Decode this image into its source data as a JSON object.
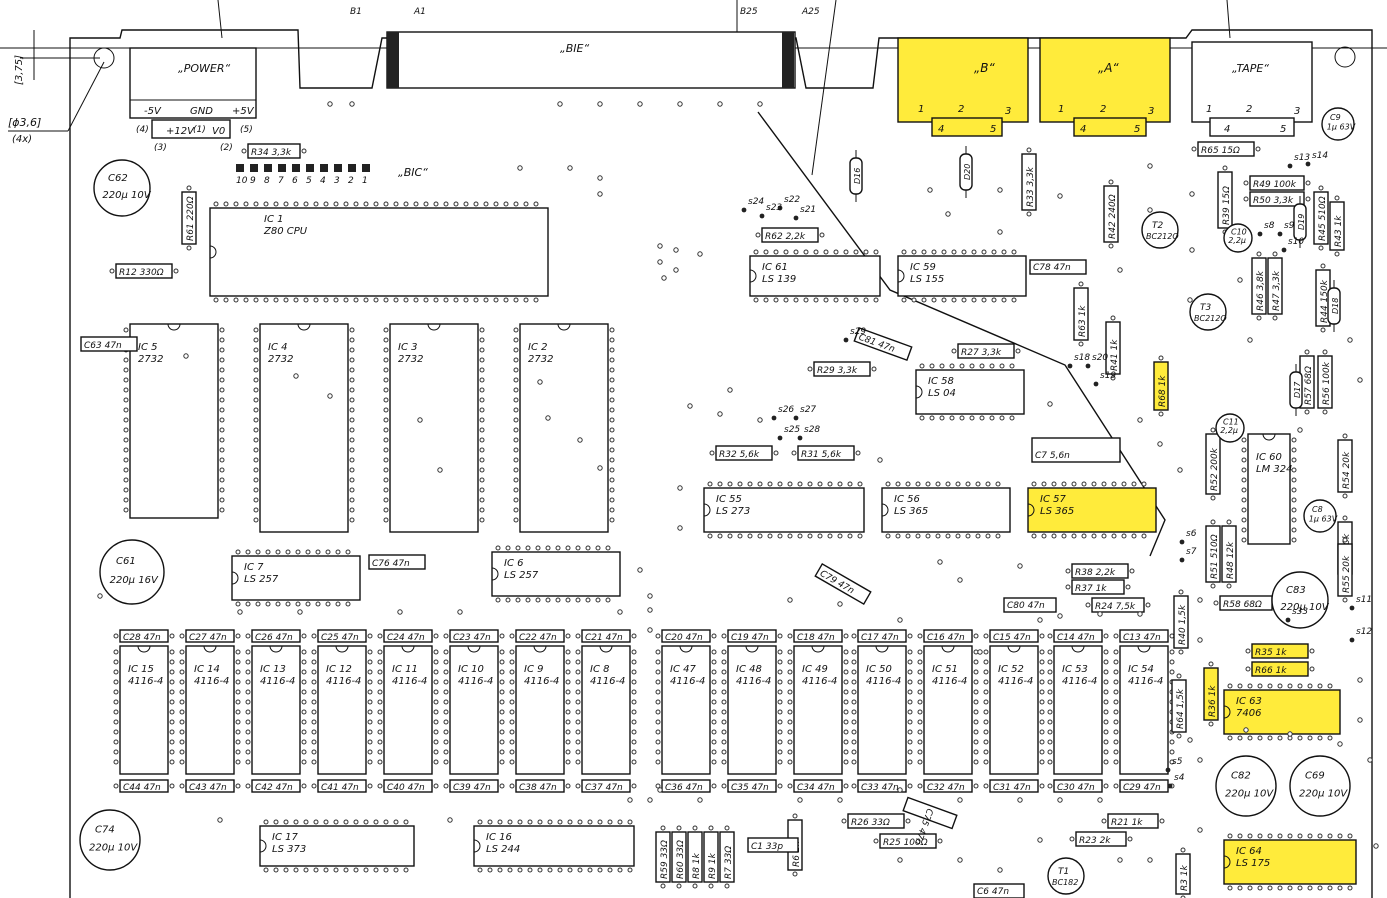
{
  "colors": {
    "highlight": "#ffeb3b",
    "ink": "#111111",
    "paper": "#ffffff"
  },
  "dims": {
    "d1": "[3,75]",
    "d2": "[ϕ3,6]",
    "d3": "(4x)"
  },
  "connectors": [
    {
      "id": "power",
      "label": "„POWER“",
      "pins": [
        "-5V",
        "GND",
        "+5V"
      ],
      "sub": [
        "(4)",
        "+12V",
        "(1)",
        "V0",
        "(5)",
        "(3)",
        "(2)"
      ]
    },
    {
      "id": "bie",
      "label": "„BIE“",
      "b1": "B1",
      "a1": "A1",
      "b25": "B25",
      "a25": "A25"
    },
    {
      "id": "b",
      "label": "„B“",
      "pins": [
        "1",
        "2",
        "3",
        "4",
        "5"
      ]
    },
    {
      "id": "a",
      "label": "„A“",
      "pins": [
        "1",
        "2",
        "3",
        "4",
        "5"
      ]
    },
    {
      "id": "tape",
      "label": "„TAPE“",
      "pins": [
        "1",
        "2",
        "3",
        "4",
        "5"
      ]
    }
  ],
  "bic": {
    "label": "„BIC“",
    "pins": [
      "10",
      "9",
      "8",
      "7",
      "6",
      "5",
      "4",
      "3",
      "2",
      "1"
    ]
  },
  "ics": [
    {
      "id": "IC1",
      "type": "Z80 CPU"
    },
    {
      "id": "IC5",
      "type": "2732"
    },
    {
      "id": "IC4",
      "type": "2732"
    },
    {
      "id": "IC3",
      "type": "2732"
    },
    {
      "id": "IC2",
      "type": "2732"
    },
    {
      "id": "IC7",
      "type": "LS 257"
    },
    {
      "id": "IC6",
      "type": "LS 257"
    },
    {
      "id": "IC61",
      "type": "LS 139"
    },
    {
      "id": "IC59",
      "type": "LS 155"
    },
    {
      "id": "IC58",
      "type": "LS 04"
    },
    {
      "id": "IC55",
      "type": "LS 273"
    },
    {
      "id": "IC56",
      "type": "LS 365"
    },
    {
      "id": "IC57",
      "type": "LS 365"
    },
    {
      "id": "IC60",
      "type": "LM 324"
    },
    {
      "id": "IC63",
      "type": "7406"
    },
    {
      "id": "IC64",
      "type": "LS 175"
    },
    {
      "id": "IC17",
      "type": "LS 373"
    },
    {
      "id": "IC16",
      "type": "LS 244"
    },
    {
      "id": "IC15",
      "type": "4116-4"
    },
    {
      "id": "IC14",
      "type": "4116-4"
    },
    {
      "id": "IC13",
      "type": "4116-4"
    },
    {
      "id": "IC12",
      "type": "4116-4"
    },
    {
      "id": "IC11",
      "type": "4116-4"
    },
    {
      "id": "IC10",
      "type": "4116-4"
    },
    {
      "id": "IC9",
      "type": "4116-4"
    },
    {
      "id": "IC8",
      "type": "4116-4"
    },
    {
      "id": "IC47",
      "type": "4116-4"
    },
    {
      "id": "IC48",
      "type": "4116-4"
    },
    {
      "id": "IC49",
      "type": "4116-4"
    },
    {
      "id": "IC50",
      "type": "4116-4"
    },
    {
      "id": "IC51",
      "type": "4116-4"
    },
    {
      "id": "IC52",
      "type": "4116-4"
    },
    {
      "id": "IC53",
      "type": "4116-4"
    },
    {
      "id": "IC54",
      "type": "4116-4"
    }
  ],
  "top_caps": [
    "C28 47n",
    "C27 47n",
    "C26 47n",
    "C25 47n",
    "C24 47n",
    "C23 47n",
    "C22 47n",
    "C21 47n",
    "C20 47n",
    "C19 47n",
    "C18 47n",
    "C17 47n",
    "C16 47n",
    "C15 47n",
    "C14 47n",
    "C13 47n"
  ],
  "bottom_caps": [
    "C44 47n",
    "C43 47n",
    "C42 47n",
    "C41 47n",
    "C40 47n",
    "C39 47n",
    "C38 47n",
    "C37 47n",
    "C36 47n",
    "C35 47n",
    "C34 47n",
    "C33 47n",
    "C32 47n",
    "C31 47n",
    "C30 47n",
    "C29 47n"
  ],
  "resistors": [
    "R34 3,3k",
    "R12 330Ω",
    "R61 220Ω",
    "R62 2,2k",
    "R29 3,3k",
    "R27 3,3k",
    "R32 5,6k",
    "R31 5,6k",
    "R65 15Ω",
    "R49 100k",
    "R50 3,3k",
    "R39 15Ω",
    "R33 3,3k",
    "R42 240Ω",
    "R45 510Ω",
    "R43 1k",
    "R46 3,8k",
    "R47 3,3k",
    "R44 150k",
    "R63 1k",
    "R41 1k",
    "R68 1k",
    "R57 68Ω",
    "R56 100k",
    "R52 200k",
    "R54 20k",
    "R51 510Ω",
    "R48 12k",
    "R53 20k",
    "R55 20k",
    "R38 2,2k",
    "R37 1k",
    "R24 7,5k",
    "R58 68Ω",
    "R40 1,5k",
    "R35 1k",
    "R66 1k",
    "R36 1k",
    "R64 1,5k",
    "R26 33Ω",
    "R25 100Ω",
    "R21 1k",
    "R23 2k",
    "R59 33Ω",
    "R60 33Ω",
    "R8 1k",
    "R9 1k",
    "R7 33Ω",
    "R6 2k",
    "R3 1k"
  ],
  "caps": [
    "C62 220µ 10V",
    "C61 220µ 16V",
    "C63 47n",
    "C81 47n",
    "C78 47n",
    "C7 5,6n",
    "C76 47n",
    "C79 47n",
    "C80 47n",
    "C83 220µ 10V",
    "C8 1µ 63V",
    "C9 1µ 63V",
    "C10 2,2µ",
    "C11 2,2µ",
    "C82 220µ 10V",
    "C69 220µ 10V",
    "C74 220µ 10V",
    "C75 47n",
    "C1 33p",
    "C6 47n"
  ],
  "misc": [
    "T2 BC212O",
    "T3 BC212O",
    "T1 BC182",
    "D16",
    "D20",
    "D19",
    "D17",
    "D18"
  ],
  "solder_pads": [
    "s22",
    "s23",
    "s24",
    "s21",
    "s29",
    "s26",
    "s27",
    "s25",
    "s28",
    "s13",
    "s14",
    "s8",
    "s9",
    "s10",
    "s18",
    "s20",
    "s19",
    "s6",
    "s7",
    "s11",
    "s12",
    "s5",
    "s4",
    "s33"
  ]
}
